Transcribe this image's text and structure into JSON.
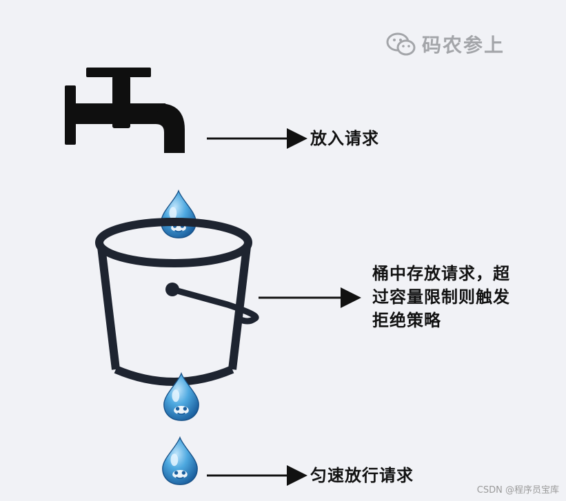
{
  "watermark": {
    "icon": "wechat-icon",
    "text": "码农参上"
  },
  "labels": {
    "faucet": "放入请求",
    "bucket_lines": [
      "桶中存放请求，超",
      "过容量限制则触发",
      "拒绝策略"
    ],
    "drop": "匀速放行请求"
  },
  "footer": {
    "text": "CSDN @程序员宝库"
  },
  "colors": {
    "background": "#f1f2f6",
    "ink": "#111111",
    "drop_light": "#5ab3e6",
    "drop_dark": "#1e6fb3",
    "watermark": "#a3a5a9"
  },
  "icons": [
    "faucet-icon",
    "bucket-icon",
    "water-drop-icon",
    "arrow-icon",
    "wechat-icon"
  ]
}
